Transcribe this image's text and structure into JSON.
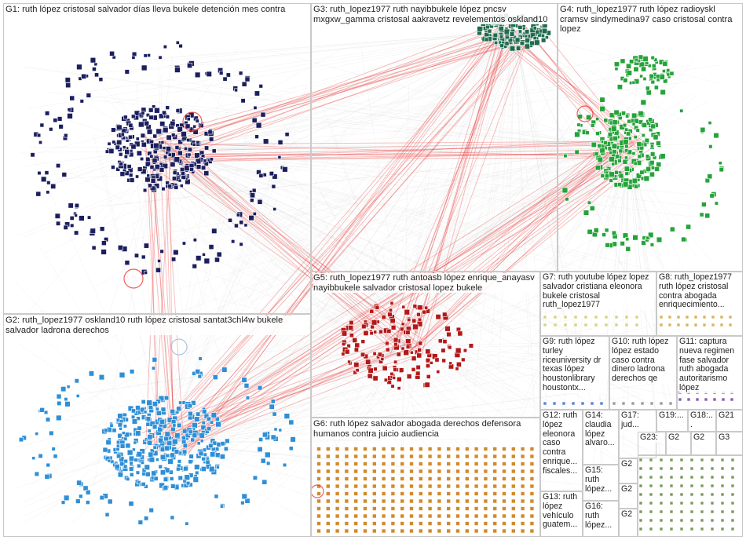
{
  "graph": {
    "colors": {
      "edge": "#c4c4c4",
      "highlight": "#e83a3a",
      "box_border": "#c9c9c9",
      "G1": "#1c1f5e",
      "G2": "#2e8fd6",
      "G3": "#1f6b4d",
      "G4": "#25a33a",
      "G5": "#b31919",
      "G6": "#d18a2c",
      "G7": "#d9d27a",
      "G8": "#d6b55a",
      "G9": "#5b7fcf",
      "G10": "#9b9b9b",
      "G11": "#8a5bb5",
      "small": "#7a9a5a"
    },
    "groups": [
      {
        "id": "G1",
        "label": "G1: ruth lópez cristosal salvador días lleva bukele detención mes contra"
      },
      {
        "id": "G2",
        "label": "G2: ruth_lopez1977 oskland10 ruth lópez cristosal santat3chl4w bukele salvador ladrona derechos"
      },
      {
        "id": "G3",
        "label": "G3: ruth_lopez1977 ruth nayibbukele lópez pncsv mxgxw_gamma cristosal aakravetz revelementos oskland10"
      },
      {
        "id": "G4",
        "label": "G4: ruth_lopez1977 ruth lópez radioyskl cramsv sindymedina97 caso cristosal contra lopez"
      },
      {
        "id": "G5",
        "label": "G5: ruth_lopez1977 ruth antoasb lópez enrique_anayasv nayibbukele salvador cristosal lopez bukele"
      },
      {
        "id": "G6",
        "label": "G6: ruth lópez salvador abogada derechos defensora humanos contra juicio audiencia"
      },
      {
        "id": "G7",
        "label": "G7: ruth youtube lópez lopez salvador cristiana eleonora bukele cristosal ruth_lopez1977"
      },
      {
        "id": "G8",
        "label": "G8: ruth_lopez1977 ruth lópez cristosal contra abogada enriquecimiento..."
      },
      {
        "id": "G9",
        "label": "G9: ruth lópez turley riceuniversity dr texas lópez houstonlibrary houstontx..."
      },
      {
        "id": "G10",
        "label": "G10: ruth lópez lópez estado caso contra dinero ladrona derechos qe"
      },
      {
        "id": "G11",
        "label": "G11: captura nueva regimen fase salvador ruth abogada autoritarismo lópez"
      },
      {
        "id": "G12",
        "label": "G12: ruth lópez eleonora caso contra enrique... fiscales..."
      },
      {
        "id": "G13",
        "label": "G13: ruth lópez vehículo guatem..."
      },
      {
        "id": "G14",
        "label": "G14: claudia lópez alvaro..."
      },
      {
        "id": "G15",
        "label": "G15: ruth lópez..."
      },
      {
        "id": "G16",
        "label": "G16: ruth lópez..."
      },
      {
        "id": "G17",
        "label": "G17: jud..."
      },
      {
        "id": "G18",
        "label": "G18:..."
      },
      {
        "id": "G19",
        "label": "G19:..."
      },
      {
        "id": "G21",
        "label": "G21"
      },
      {
        "id": "G23",
        "label": "G23:"
      },
      {
        "id": "Ga",
        "label": "G2"
      },
      {
        "id": "Gb",
        "label": "G2"
      },
      {
        "id": "Gc",
        "label": "G2"
      },
      {
        "id": "Gd",
        "label": "G2"
      },
      {
        "id": "Ge",
        "label": "G2"
      },
      {
        "id": "Gf",
        "label": "G3"
      }
    ]
  }
}
